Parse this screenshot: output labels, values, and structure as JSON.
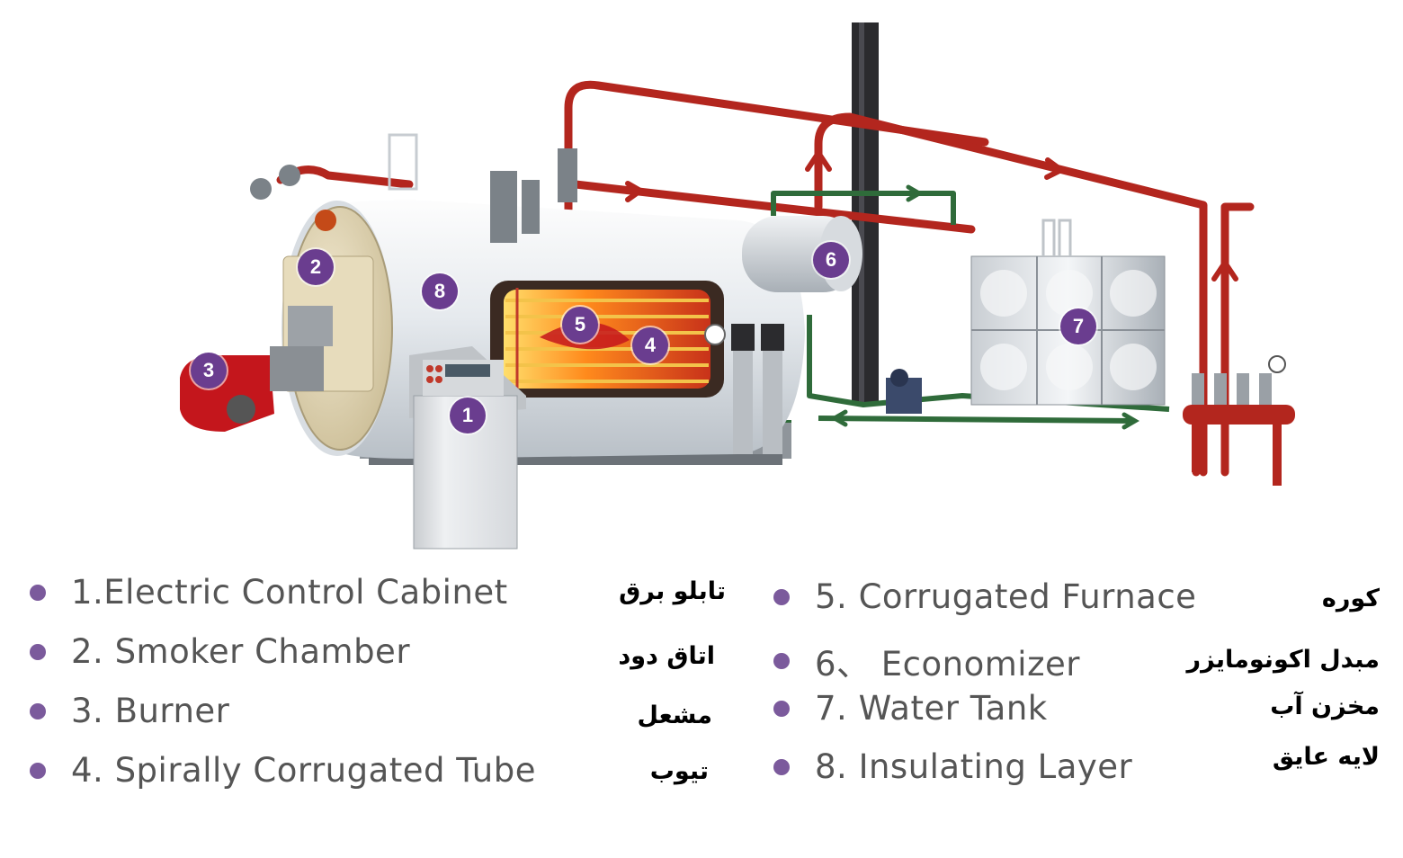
{
  "markers": [
    {
      "number": "1",
      "name": "Electric Control Cabinet"
    },
    {
      "number": "2",
      "name": "Smoker Chamber"
    },
    {
      "number": "3",
      "name": "Burner"
    },
    {
      "number": "4",
      "name": "Spirally Corrugated Tube"
    },
    {
      "number": "5",
      "name": "Corrugated Furnace"
    },
    {
      "number": "6",
      "name": "Economizer"
    },
    {
      "number": "7",
      "name": "Water Tank"
    },
    {
      "number": "8",
      "name": "Insulating Layer"
    }
  ],
  "legend": {
    "left": [
      {
        "label": "1.Electric Control Cabinet",
        "persian": "تابلو برق"
      },
      {
        "label": "2. Smoker Chamber",
        "persian": "اتاق دود"
      },
      {
        "label": "3. Burner",
        "persian": "مشعل"
      },
      {
        "label": "4. Spirally Corrugated Tube",
        "persian": "تیوب"
      }
    ],
    "right": [
      {
        "label": "5. Corrugated Furnace",
        "persian": "کوره"
      },
      {
        "label": "6、 Economizer",
        "persian": "مبدل اکونومایزر"
      },
      {
        "label": "7. Water Tank",
        "persian": "مخزن آب"
      },
      {
        "label": "8. Insulating Layer",
        "persian": "لایه عایق"
      }
    ]
  },
  "colors": {
    "pipe_red": "#b3261e",
    "pipe_green": "#2f6b3a",
    "marker": "#6a3d8f",
    "boiler_body": "#e9edf1",
    "legend_dot": "#7b5a9c"
  }
}
